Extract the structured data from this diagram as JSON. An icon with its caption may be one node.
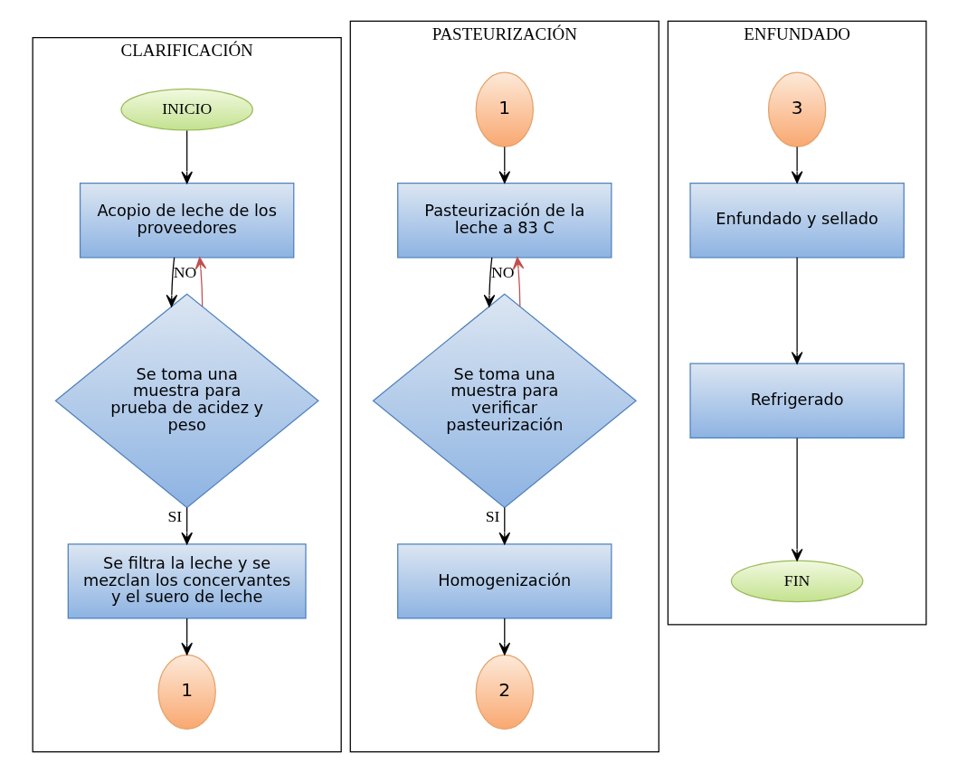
{
  "diagram": {
    "nodes": [
      {
        "text": [
          "CLARIFICACIÓN"
        ]
      },
      {
        "text": [
          "INICIO"
        ],
        "in": 0
      },
      {
        "text": [
          "Acopio de leche de los proveedores"
        ],
        "in": 0
      },
      {
        "text": [
          "Se toma una muestra para prueba de acidez y peso"
        ],
        "in": 0
      },
      {
        "text": [
          "Se filtra la leche y se mezclan los concervantes y el suero de leche"
        ],
        "in": 0
      },
      {
        "text": [
          "1"
        ],
        "in": 0
      },
      {
        "text": [
          "PASTEURIZACIÓN"
        ]
      },
      {
        "text": [
          "1"
        ],
        "in": 6
      },
      {
        "text": [
          "Pasteurización de la leche a 83 C"
        ],
        "in": 6
      },
      {
        "text": [
          "Se toma una muestra para verificar pasteurización"
        ],
        "in": 6
      },
      {
        "text": [
          "Homogenización"
        ],
        "in": 6
      },
      {
        "text": [
          "2"
        ],
        "in": 6
      },
      {
        "text": [
          "ENFUNDADO"
        ]
      },
      {
        "text": [
          "3"
        ],
        "in": 12
      },
      {
        "text": [
          "Enfundado y sellado"
        ],
        "in": 12
      },
      {
        "text": [
          "Refrigerado"
        ],
        "in": 12
      },
      {
        "text": [
          "FIN"
        ],
        "in": 12
      }
    ],
    "edges": [
      {
        "from": 1,
        "to": 2,
        "arrow": "to"
      },
      {
        "from": 2,
        "to": 3,
        "arrow": "to"
      },
      {
        "from": 3,
        "to": 4,
        "arrow": "to",
        "label": "SI"
      },
      {
        "from": 3,
        "to": 2,
        "arrow": "to",
        "label": "NO",
        "color": "#c0504d"
      },
      {
        "from": 4,
        "to": 5,
        "arrow": "to"
      },
      {
        "from": 7,
        "to": 8,
        "arrow": "to"
      },
      {
        "from": 8,
        "to": 9,
        "arrow": "to"
      },
      {
        "from": 9,
        "to": 10,
        "arrow": "to",
        "label": "SI"
      },
      {
        "from": 9,
        "to": 8,
        "arrow": "to",
        "label": "NO",
        "color": "#c0504d"
      },
      {
        "from": 10,
        "to": 11,
        "arrow": "to"
      },
      {
        "from": 13,
        "to": 14,
        "arrow": "to"
      },
      {
        "from": 14,
        "to": 15,
        "arrow": "to"
      },
      {
        "from": 15,
        "to": 16,
        "arrow": "to"
      }
    ]
  }
}
